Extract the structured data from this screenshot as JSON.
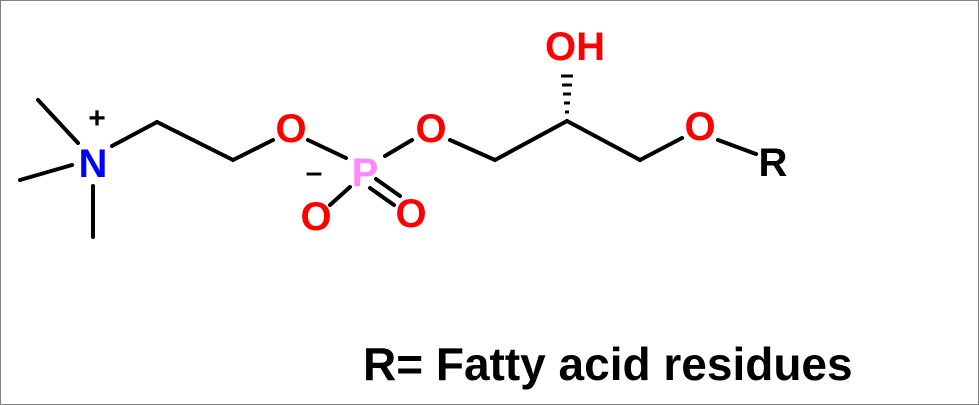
{
  "colors": {
    "bond": "#000000",
    "nitrogen": "#0000ff",
    "oxygen": "#ff0000",
    "phosphorus": "#ff88ff",
    "carbon_r": "#000000",
    "frame": "#808080"
  },
  "atoms": {
    "nitrogen": "N",
    "nitrogen_charge": "+",
    "oxygen_ester1": "O",
    "phosphorus": "P",
    "oxygen_ester2": "O",
    "oxygen_anion": "O",
    "oxygen_anion_charge": "–",
    "oxygen_double": "O",
    "hydroxyl": "OH",
    "oxygen_ether": "O",
    "r_group": "R"
  },
  "caption": "R= Fatty acid residues"
}
